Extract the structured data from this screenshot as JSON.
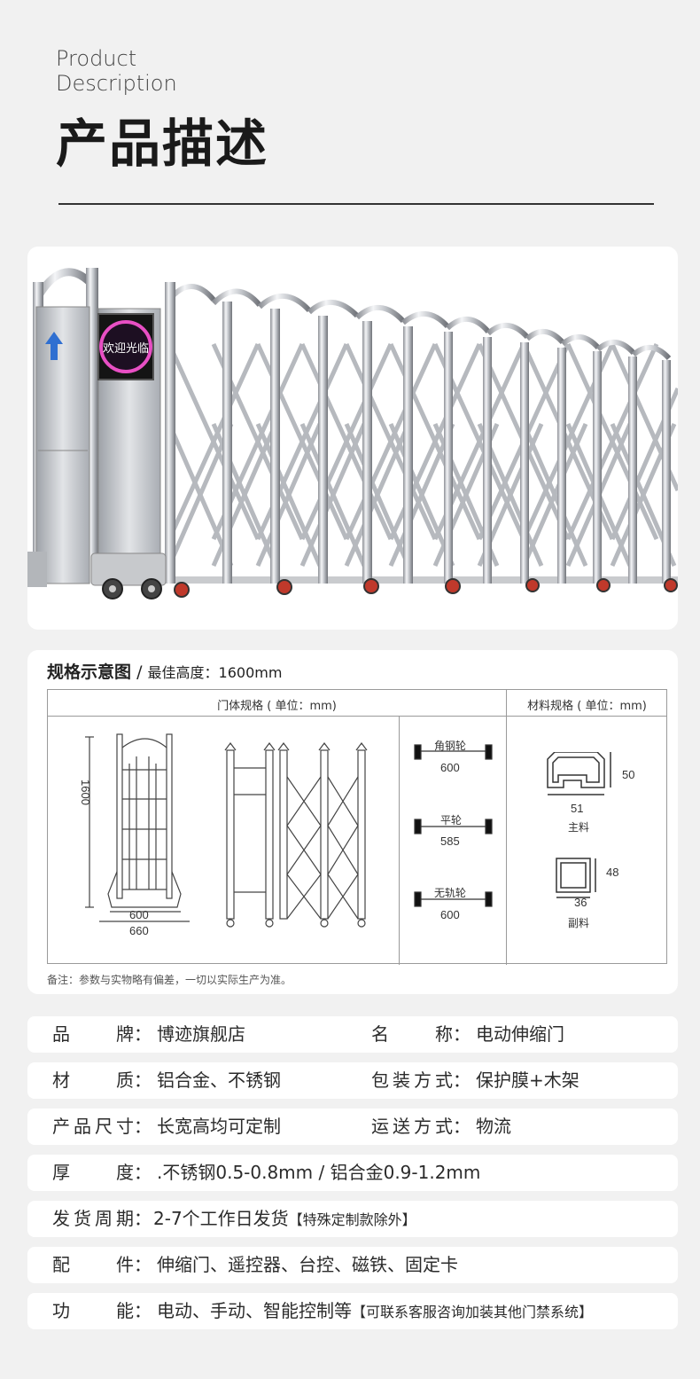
{
  "header": {
    "en_line1": "Product",
    "en_line2": "Description",
    "cn_title": "产品描述"
  },
  "photo": {
    "sign_text": "欢迎光临"
  },
  "spec": {
    "title": "规格示意图",
    "slash": "/",
    "subtitle_label": "最佳高度：",
    "subtitle_value": "1600mm",
    "door_spec_header": "门体规格 ( 单位：mm)",
    "material_spec_header": "材料规格 ( 单位：mm)",
    "door_height": "1600",
    "door_inner_width": "600",
    "door_outer_width": "660",
    "wheels": [
      {
        "name": "角钢轮",
        "size": "600"
      },
      {
        "name": "平轮",
        "size": "585"
      },
      {
        "name": "无轨轮",
        "size": "600"
      }
    ],
    "main_material": {
      "height": "50",
      "width": "51",
      "name": "主料"
    },
    "sub_material": {
      "height": "48",
      "width": "36",
      "name": "副料"
    },
    "note": "备注：参数与实物略有偏差，一切以实际生产为准。"
  },
  "info": [
    {
      "label": "品牌",
      "value": "博迹旗舰店",
      "label2": "名称",
      "value2": "电动伸缩门"
    },
    {
      "label": "材质",
      "value": "铝合金、不锈钢",
      "label2": "包装方式",
      "value2": "保护膜+木架"
    },
    {
      "label": "产品尺寸",
      "value": "长宽高均可定制",
      "label2": "运送方式",
      "value2": "物流"
    },
    {
      "label": "厚度",
      "value": ".不锈钢0.5-0.8mm / 铝合金0.9-1.2mm"
    },
    {
      "label": "发货周期",
      "value": "2-7个工作日发货",
      "extra": "【特殊定制款除外】"
    },
    {
      "label": "配件",
      "value": "伸缩门、遥控器、台控、磁铁、固定卡"
    },
    {
      "label": "功能",
      "value": "电动、手动、智能控制等",
      "extra": "【可联系客服咨询加装其他门禁系统】"
    }
  ]
}
